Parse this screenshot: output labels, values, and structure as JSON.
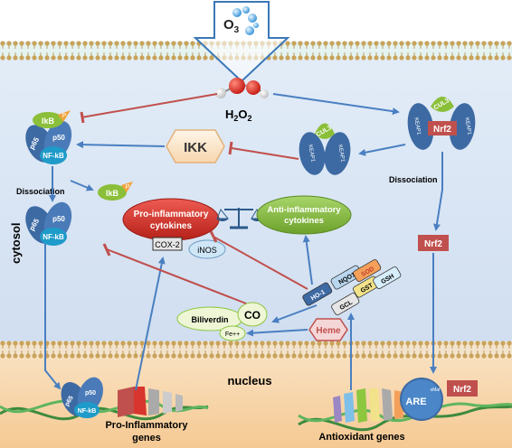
{
  "labels": {
    "o3_main": "O",
    "o3_sub": "3",
    "h2o2_a": "H",
    "h2o2_b": "2",
    "h2o2_c": "O",
    "h2o2_d": "2",
    "ikb": "IkB",
    "p_mark": "P",
    "p65": "p65",
    "p50": "p50",
    "nfkb": "NF-kB",
    "ikk": "IKK",
    "dissociation_left": "Dissociation",
    "dissociation_right": "Dissociation",
    "cul3": "CUL3",
    "keap1": "KEAP1",
    "nrf2": "Nrf2",
    "pro_inflam_1": "Pro-inflammatory",
    "pro_inflam_2": "cytokines",
    "anti_inflam_1": "Anti-inflammatory",
    "anti_inflam_2": "cytokines",
    "cox2": "COX-2",
    "inos": "iNOS",
    "cytosol": "cytosol",
    "nucleus": "nucleus",
    "sod": "SOD",
    "nqo1": "NQO1",
    "gst": "GST",
    "gsh": "GSH",
    "ho1": "HO-1",
    "gcl": "GCL",
    "heme": "Heme",
    "co": "CO",
    "biliverdin": "Biliverdin",
    "fe": "Fe++",
    "are": "ARE",
    "maf": "sMaf",
    "pro_genes_1": "Pro-Inflammatory",
    "pro_genes_2": "genes",
    "antiox_genes": "Antioxidant genes"
  },
  "colors": {
    "membrane_bg": "#d9eef0",
    "cytosol_bg": "#dbe7f5",
    "nucleus_bg": "#f7d5a8",
    "arrow_blue": "#4a7fc1",
    "inhibit_red": "#c0504d",
    "nfkb_blue": "#3d6aa3",
    "green": "#8bbf3a",
    "nrf2_red": "#c0504d",
    "pro_red": "#d7352e",
    "anti_green": "#8dc63f"
  }
}
